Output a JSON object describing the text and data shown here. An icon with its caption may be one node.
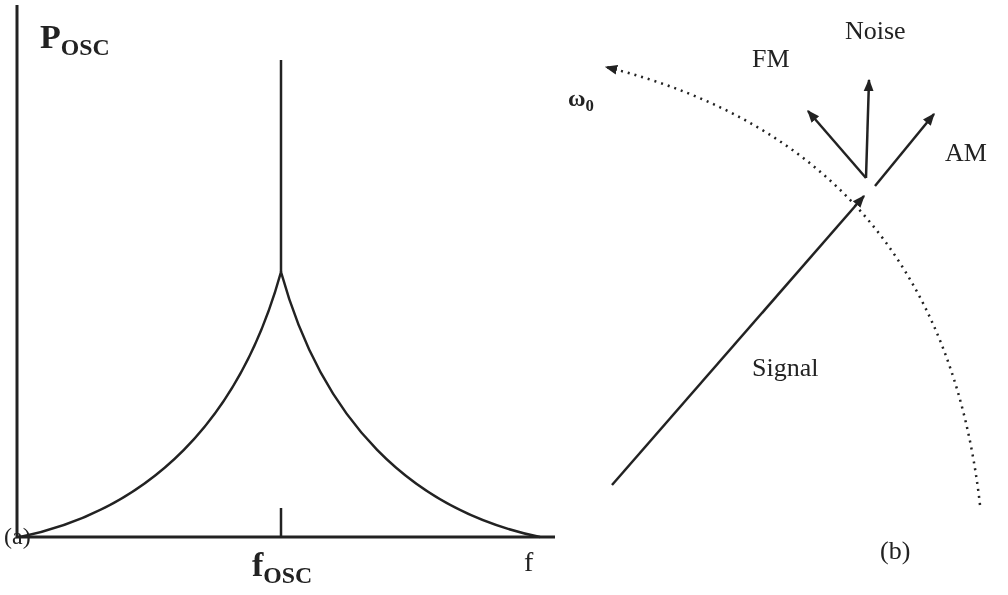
{
  "diagram": {
    "labels": [
      "P$_{OSC}$",
      "ω$_{0}$",
      "FM",
      "Noise",
      "AM",
      "Signal",
      "(a)",
      "f$_{OSC}$",
      "f",
      "(b)"
    ]
  }
}
